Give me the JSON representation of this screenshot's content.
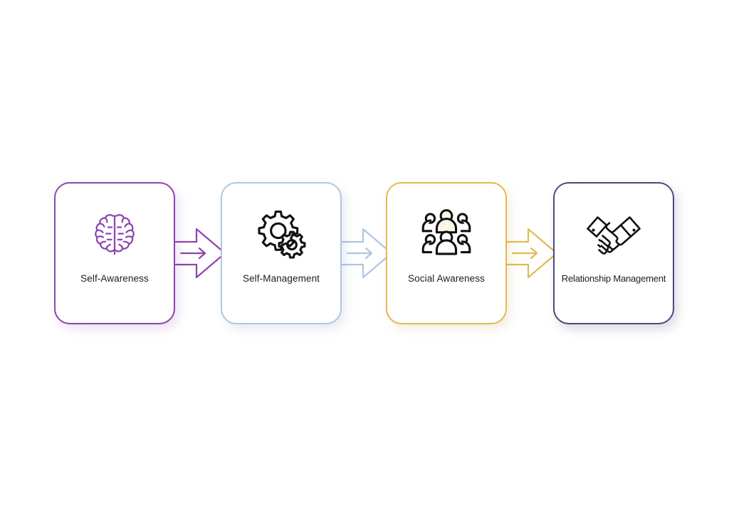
{
  "diagram": {
    "type": "horizontal-process-flow",
    "background_color": "#ffffff",
    "stage_count": 4,
    "arrow_count": 3,
    "stages": [
      {
        "label": "Self-Awareness",
        "icon": "brain-icon",
        "accent_color": "#8e44ad",
        "icon_color": "#8e44ad",
        "card_fill": "#ffffff"
      },
      {
        "label": "Self-Management",
        "icon": "gears-icon",
        "accent_color": "#aec6e4",
        "icon_color": "#111111",
        "card_fill": "#ffffff"
      },
      {
        "label": "Social Awareness",
        "icon": "people-group-icon",
        "accent_color": "#e5b94e",
        "icon_color": "#111111",
        "card_fill": "#ffffff"
      },
      {
        "label": "Relationship Management",
        "icon": "handshake-icon",
        "accent_color": "#4b4a7c",
        "icon_color": "#111111",
        "card_fill": "#ffffff"
      }
    ],
    "arrows": [
      {
        "icon": "arrow-right-icon",
        "color": "#8e44ad",
        "from": "Self-Awareness",
        "to": "Self-Management"
      },
      {
        "icon": "arrow-right-icon",
        "color": "#aec6e4",
        "from": "Self-Management",
        "to": "Social Awareness"
      },
      {
        "icon": "arrow-right-icon",
        "color": "#e5b94e",
        "from": "Social Awareness",
        "to": "Relationship Management"
      }
    ]
  }
}
